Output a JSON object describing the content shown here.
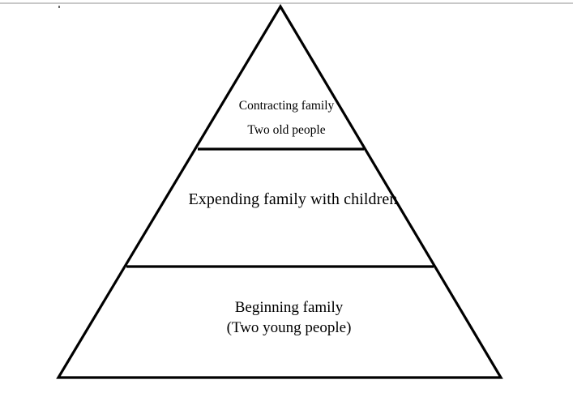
{
  "diagram": {
    "type": "pyramid",
    "title": "Family life cycle pyramid",
    "background_color": "#ffffff",
    "stroke_color": "#000000",
    "top_rule_color": "#c8c8c8",
    "tiers": [
      {
        "id": "apex",
        "position": "top",
        "lines": [
          "Contracting family",
          "Two old people"
        ]
      },
      {
        "id": "middle",
        "position": "middle",
        "lines": [
          "Expending family with children"
        ]
      },
      {
        "id": "base",
        "position": "bottom",
        "lines": [
          "Beginning family",
          "(Two young people)"
        ]
      }
    ]
  },
  "labels": {
    "contracting_line1": "Contracting family",
    "contracting_line2": "Two old people",
    "expending_line1": "Expending family with children",
    "beginning_line1": "Beginning family",
    "beginning_line2": "(Two young people)"
  }
}
